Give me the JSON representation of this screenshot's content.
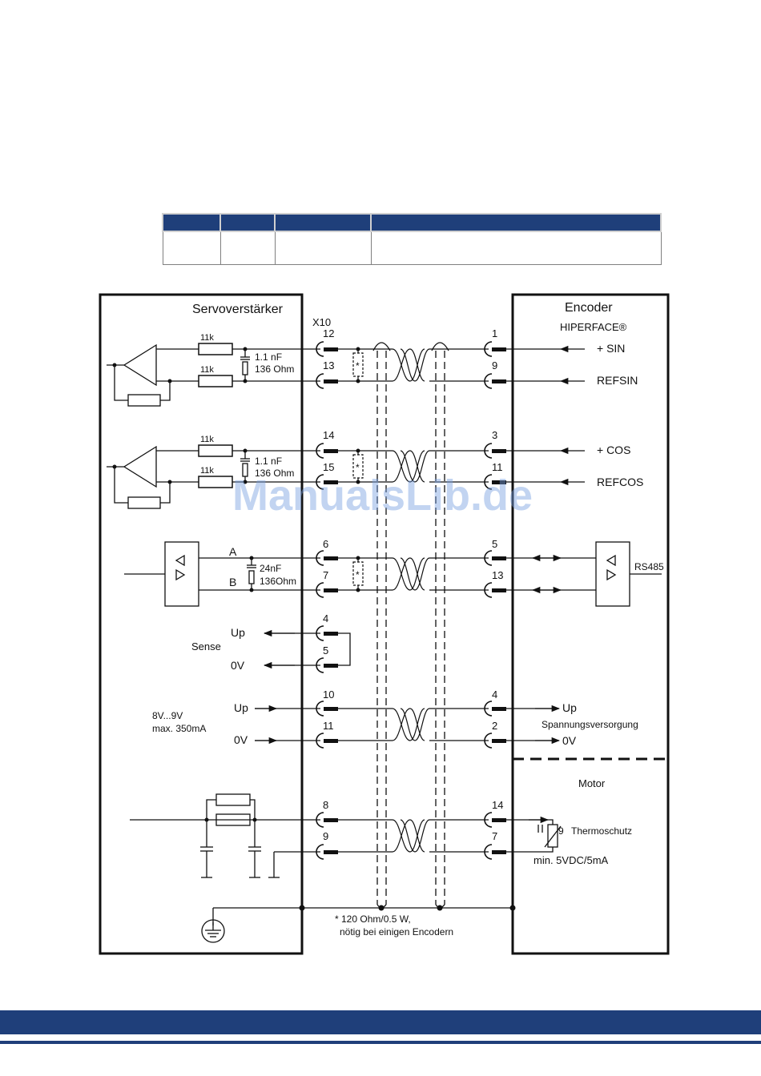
{
  "colors": {
    "header": "#1f3f7a",
    "footer": "#1f3f7a",
    "line": "#111111",
    "watermark": "#78a0e1"
  },
  "watermark": "ManualsLib.de",
  "table": {
    "columns": [
      "",
      "",
      "",
      ""
    ],
    "rows": [
      [
        "",
        "",
        "",
        ""
      ]
    ]
  },
  "diagram": {
    "left_title": "Servoverstärker",
    "connector": "X10",
    "right_title": "Encoder",
    "right_subtitle": "HIPERFACE®",
    "resistor_11k": "11k",
    "cap_1": "1.1 nF",
    "res_136": "136 Ohm",
    "label_A": "A",
    "label_B": "B",
    "cap_24": "24nF",
    "res_136b": "136Ohm",
    "rs485": "RS485",
    "sense": "Sense",
    "up": "Up",
    "zero_v": "0V",
    "supply_range": "8V...9V",
    "supply_current": "max. 350mA",
    "spannung": "Spannungsversorgung",
    "motor": "Motor",
    "thermo_pin": "9",
    "thermoschutz": "Thermoschutz",
    "thermo_spec": "min. 5VDC/5mA",
    "note1": "* 120 Ohm/0.5 W,",
    "note2": "nötig bei einigen Encodern",
    "sig_sin": "+ SIN",
    "sig_refsin": "REFSIN",
    "sig_cos": "+ COS",
    "sig_refcos": "REFCOS",
    "star": "*",
    "pin_12": "12",
    "pin_13": "13",
    "pin_14": "14",
    "pin_15": "15",
    "pin_6": "6",
    "pin_7": "7",
    "pin_4": "4",
    "pin_5": "5",
    "pin_10": "10",
    "pin_11": "11",
    "pin_8": "8",
    "pin_9": "9",
    "rpin_1": "1",
    "rpin_9": "9",
    "rpin_3": "3",
    "rpin_11": "11",
    "rpin_5": "5",
    "rpin_13": "13",
    "rpin_4": "4",
    "rpin_2": "2",
    "rpin_14": "14",
    "rpin_7": "7"
  }
}
